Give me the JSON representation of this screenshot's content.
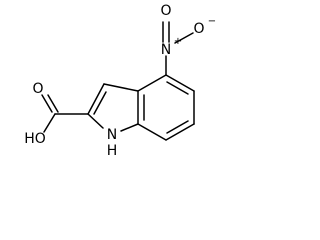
{
  "molecule": {
    "atoms": {
      "nitro_n": "N",
      "nitro_o_top": "O",
      "nitro_o_right": "O",
      "nitro_n_charge": "+",
      "nitro_o_charge": "−",
      "acid_oh": "HO",
      "acid_o": "O",
      "ring_nh": "H",
      "ring_n": "N"
    }
  }
}
